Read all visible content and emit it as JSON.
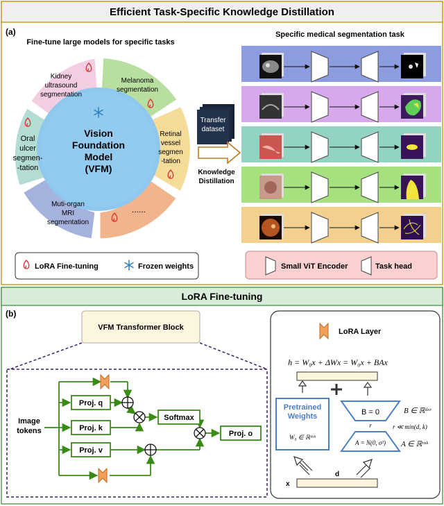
{
  "panel_a": {
    "title": "Efficient Task-Specific Knowledge Distillation",
    "label": "(a)",
    "left_heading": "Fine-tune large models for specific tasks",
    "center": [
      "Vision",
      "Foundation",
      "Model",
      "(VFM)"
    ],
    "segments": {
      "kidney": [
        "Kidney",
        "ultrasound",
        "segmentation"
      ],
      "melanoma": [
        "Melanoma",
        "segmentation"
      ],
      "retinal": [
        "Retinal",
        "vessel",
        "segmen",
        "-tation"
      ],
      "ellipsis": [
        "......"
      ],
      "multiorgan": [
        "Muti-organ",
        "MRI",
        "segmentation"
      ],
      "oral": [
        "Oral",
        "ulcer",
        "segmen-",
        "-tation"
      ]
    },
    "transfer": [
      "Transfer",
      "dataset"
    ],
    "kd": [
      "Knowledge",
      "Distillation"
    ],
    "right_heading": "Specific medical segmentation task",
    "legend_left": {
      "lora": "LoRA Fine-tuning",
      "frozen": "Frozen weights"
    },
    "legend_right": {
      "encoder": "Small ViT Encoder",
      "head": "Task head"
    },
    "colors": {
      "kidney": "#f3cde1",
      "melanoma": "#b9dfa0",
      "retinal": "#f6dc99",
      "ellipsis": "#f2b48c",
      "multiorgan": "#a6b2de",
      "oral": "#b3ddd2",
      "center": "#8fc8ee",
      "row1": "#8d9ce0",
      "row2": "#d7a9ec",
      "row3": "#93d3c4",
      "row4": "#a5e27e",
      "row5": "#f3d08d",
      "legend_right_bg": "#fad0d0",
      "accent_red": "#e03030"
    }
  },
  "panel_b": {
    "title": "LoRA Fine-tuning",
    "label": "(b)",
    "block_title": "VFM Transformer Block",
    "input": [
      "Image",
      "tokens"
    ],
    "proj_q": "Proj. q",
    "proj_k": "Proj. k",
    "proj_v": "Proj. v",
    "proj_o": "Proj. o",
    "softmax": "Softmax",
    "lora_layer": "LoRA Layer",
    "equation": "h = W₀x + ΔWx = W₀x + BAx",
    "pretrained": [
      "Pretrained",
      "Weights"
    ],
    "w0": "W₀ ∈ ℝᵈˣᵏ",
    "b_box": "B = 0",
    "a_box": "A = N(0, σ²)",
    "b_dim": "B ∈ ℝᵈˣʳ",
    "rank": "r ≪ min(d, k)",
    "a_dim": "A ∈ ℝʳˣᵏ",
    "r_label": "r",
    "x_label": "x",
    "d_label": "d",
    "colors": {
      "header_bg": "#d9ecd9",
      "arrow_green": "#3a8a17",
      "lora_orange": "#f0a05a",
      "box_blue": "#4d7fc6"
    }
  }
}
